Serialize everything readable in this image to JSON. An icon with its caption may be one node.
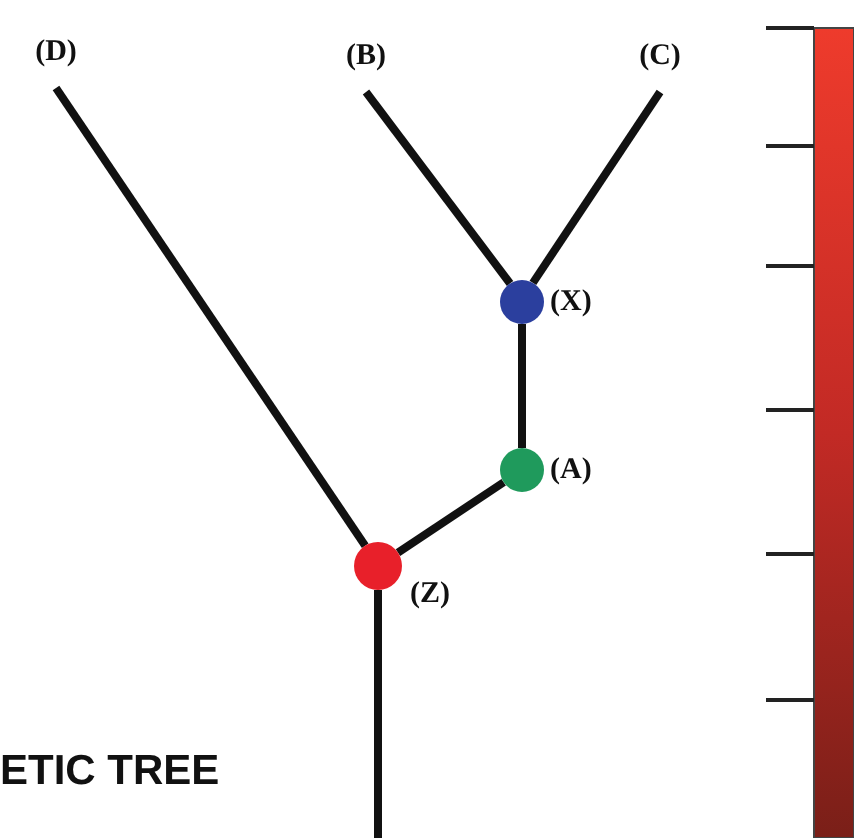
{
  "diagram": {
    "nodes": [
      {
        "text": [
          "(D)"
        ]
      },
      {
        "text": [
          "(B)"
        ]
      },
      {
        "text": [
          "(C)"
        ]
      },
      {
        "text": [],
        "shape": "circle",
        "beside": [
          "(X)"
        ]
      },
      {
        "text": [],
        "shape": "circle",
        "beside": [
          "(A)"
        ]
      },
      {
        "text": [],
        "shape": "circle",
        "beside": [
          "(Z)"
        ]
      }
    ],
    "edges": [
      {
        "from": 3,
        "to": 1,
        "arrow": "none"
      },
      {
        "from": 3,
        "to": 2,
        "arrow": "none"
      },
      {
        "from": 4,
        "to": 3,
        "arrow": "none"
      },
      {
        "from": 5,
        "to": 4,
        "arrow": "none"
      },
      {
        "from": 5,
        "to": 0,
        "arrow": "none"
      },
      {
        "from": 5,
        "to": null,
        "arrow": "none"
      }
    ],
    "labels": [
      "ETIC TREE"
    ]
  }
}
